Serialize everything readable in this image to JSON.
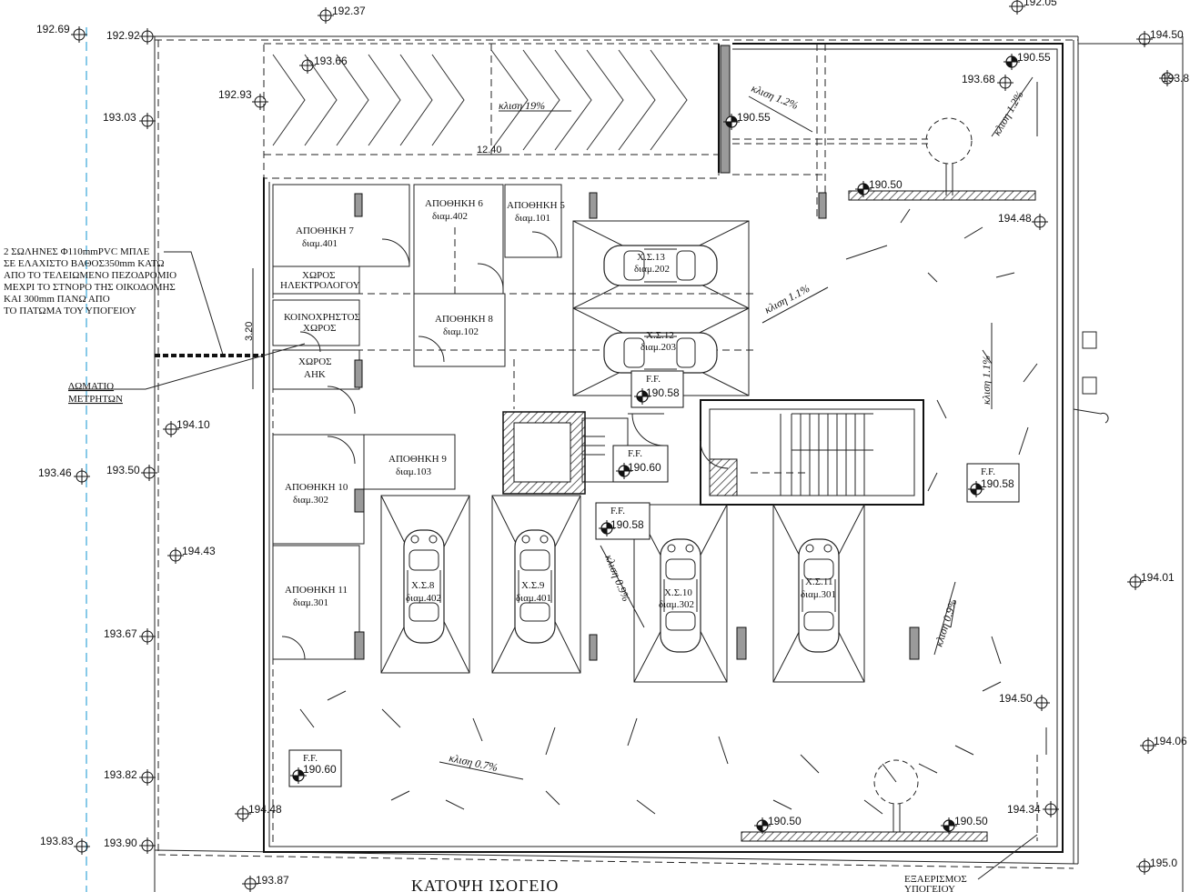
{
  "title": "ΚΑΤΟΨΗ ΙΣΟΓΕΙΟ",
  "note_pipes": [
    "2 ΣΩΛΗΝΕΣ Φ110mmPVC ΜΠΛΕ",
    "ΣΕ ΕΛΑΧΙΣΤΟ ΒΑΘΟΣ350mm ΚΑΤΩ",
    "ΑΠΟ ΤΟ ΤΕΛΕΙΩΜΕΝΟ ΠΕΖΟΔΡΟΜΙΟ",
    "ΜΕΧΡΙ ΤΟ ΣΤΝΟΡΟ ΤΗΣ ΟΙΚΟΔΟΜΗΣ",
    "ΚΑΙ 300mm ΠΑΝΩ ΑΠΟ",
    "ΤΟ ΠΑΤΩΜΑ ΤΟΥ ΥΠΟΓΕΙΟΥ"
  ],
  "meter_room": [
    "ΔΩΜΑΤΙΟ",
    "ΜΕΤΡΗΤΩΝ"
  ],
  "ventilation": [
    "ΕΞΑΕΡΙΣΜΟΣ",
    "ΥΠΟΓΕΙΟΥ"
  ],
  "dims": {
    "ramp_width": "12.40",
    "room_height": "3.20"
  },
  "slopes": [
    "κλιση 19%",
    "κλιση 1.2%",
    "κλιση 1.2%",
    "κλιση 1.1%",
    "κλιση 1.1%",
    "κλιση 0.9%",
    "κλιση 0.9%",
    "κλιση 0.7%"
  ],
  "rooms": [
    {
      "name": "ΑΠΟΘΗΚΗ 7",
      "sub": "διαμ.401"
    },
    {
      "name": "ΑΠΟΘΗΚΗ 6",
      "sub": "διαμ.402"
    },
    {
      "name": "ΑΠΟΘΗΚΗ 5",
      "sub": "διαμ.101"
    },
    {
      "name": "ΧΩΡΟΣ",
      "sub": "ΗΛΕΚΤΡΟΛΟΓΟΥ"
    },
    {
      "name": "ΚΟΙΝΟΧΡΗΣΤΟΣ",
      "sub": "ΧΩΡΟΣ"
    },
    {
      "name": "ΑΠΟΘΗΚΗ 8",
      "sub": "διαμ.102"
    },
    {
      "name": "ΧΩΡΟΣ",
      "sub": "ΑΗΚ"
    },
    {
      "name": "ΑΠΟΘΗΚΗ 9",
      "sub": "διαμ.103"
    },
    {
      "name": "ΑΠΟΘΗΚΗ 10",
      "sub": "διαμ.302"
    },
    {
      "name": "ΑΠΟΘΗΚΗ 11",
      "sub": "διαμ.301"
    }
  ],
  "parking": [
    {
      "name": "Χ.Σ.13",
      "sub": "διαμ.202"
    },
    {
      "name": "Χ.Σ.12",
      "sub": "διαμ.203"
    },
    {
      "name": "Χ.Σ.8",
      "sub": "διαμ.402"
    },
    {
      "name": "Χ.Σ.9",
      "sub": "διαμ.401"
    },
    {
      "name": "Χ.Σ.10",
      "sub": "διαμ.302"
    },
    {
      "name": "Χ.Σ.11",
      "sub": "διαμ.301"
    }
  ],
  "ff_label": "F.F.",
  "ff_levels": [
    "190.58",
    "190.60",
    "190.58",
    "190.58",
    "190.60"
  ],
  "levels": [
    "192.69",
    "192.92",
    "192.37",
    "192.05",
    "194.50",
    "193.66",
    "192.93",
    "193.03",
    "193.68",
    "190.55",
    "190.55",
    "193.8",
    "190.50",
    "194.48",
    "194.10",
    "193.46",
    "193.50",
    "194.43",
    "193.67",
    "194.01",
    "194.50",
    "193.82",
    "194.06",
    "194.48",
    "190.50",
    "190.50",
    "194.34",
    "193.83",
    "193.90",
    "193.87",
    "195.0"
  ]
}
